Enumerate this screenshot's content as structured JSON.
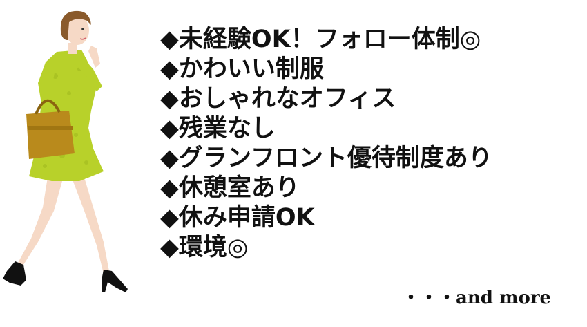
{
  "features": [
    "◆未経験OK！フォロー体制◎",
    "◆かわいい制服",
    "◆おしゃれなオフィス",
    "◆残業なし",
    "◆グランフロント優待制度あり",
    "◆休憩室あり",
    "◆休み申請OK",
    "◆環境◎"
  ],
  "footer": {
    "and_more": "・・・and more"
  },
  "colors": {
    "text": "#111111",
    "dress": "#b8d12a",
    "bag": "#b98a1c",
    "hair": "#8a5a2b",
    "skin": "#f6d9c6",
    "shoes": "#111111"
  }
}
